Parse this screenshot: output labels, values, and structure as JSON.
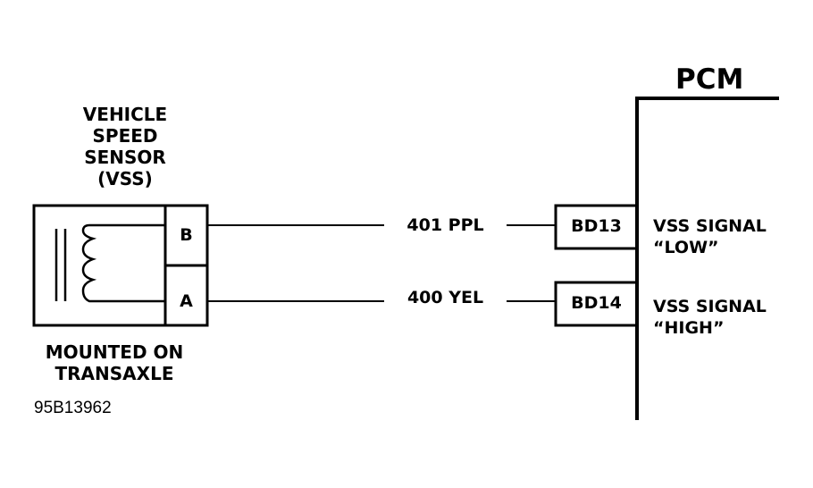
{
  "sensor": {
    "title_lines": [
      "VEHICLE",
      "SPEED",
      "SENSOR",
      "(VSS)"
    ],
    "mount_lines": [
      "MOUNTED ON",
      "TRANSAXLE"
    ],
    "pin_b": "B",
    "pin_a": "A"
  },
  "wires": [
    {
      "circuit": "401 PPL",
      "terminal": "BD13",
      "signal_lines": [
        "VSS SIGNAL",
        "“LOW”"
      ]
    },
    {
      "circuit": "400 YEL",
      "terminal": "BD14",
      "signal_lines": [
        "VSS SIGNAL",
        "“HIGH”"
      ]
    }
  ],
  "module": {
    "name": "PCM"
  },
  "figure_code": "95B13962"
}
